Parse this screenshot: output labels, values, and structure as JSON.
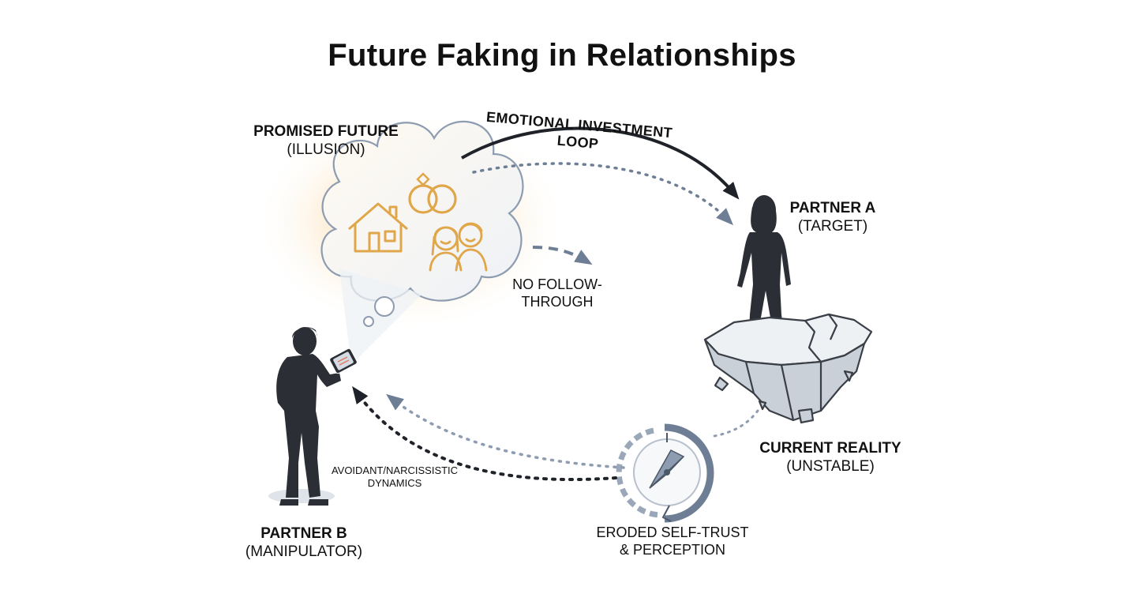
{
  "title": "Future Faking in Relationships",
  "labels": {
    "promised_future_title": "PROMISED FUTURE",
    "promised_future_sub": "(ILLUSION)",
    "loop": "EMOTIONAL INVESTMENT LOOP",
    "partner_a_title": "PARTNER A",
    "partner_a_sub": "(TARGET)",
    "no_follow_1": "NO FOLLOW-",
    "no_follow_2": "THROUGH",
    "current_reality_title": "CURRENT REALITY",
    "current_reality_sub": "(UNSTABLE)",
    "partner_b_title": "PARTNER B",
    "partner_b_sub": "(MANIPULATOR)",
    "dynamics_1": "AVOIDANT/NARCISSISTIC",
    "dynamics_2": "DYNAMICS",
    "eroded_1": "ERODED SELF-TRUST",
    "eroded_2": "& PERCEPTION"
  },
  "icons": [
    "thought-cloud-icon",
    "house-icon",
    "wedding-rings-icon",
    "couple-icon",
    "woman-silhouette-icon",
    "man-silhouette-icon",
    "phone-icon",
    "crumbling-ground-icon",
    "compass-icon"
  ],
  "colors": {
    "dark": "#1f2329",
    "slate": "#6e7f95",
    "glow": "#f6c77a",
    "icon_gold": "#e0a64a",
    "rock": "#dfe3e8"
  }
}
